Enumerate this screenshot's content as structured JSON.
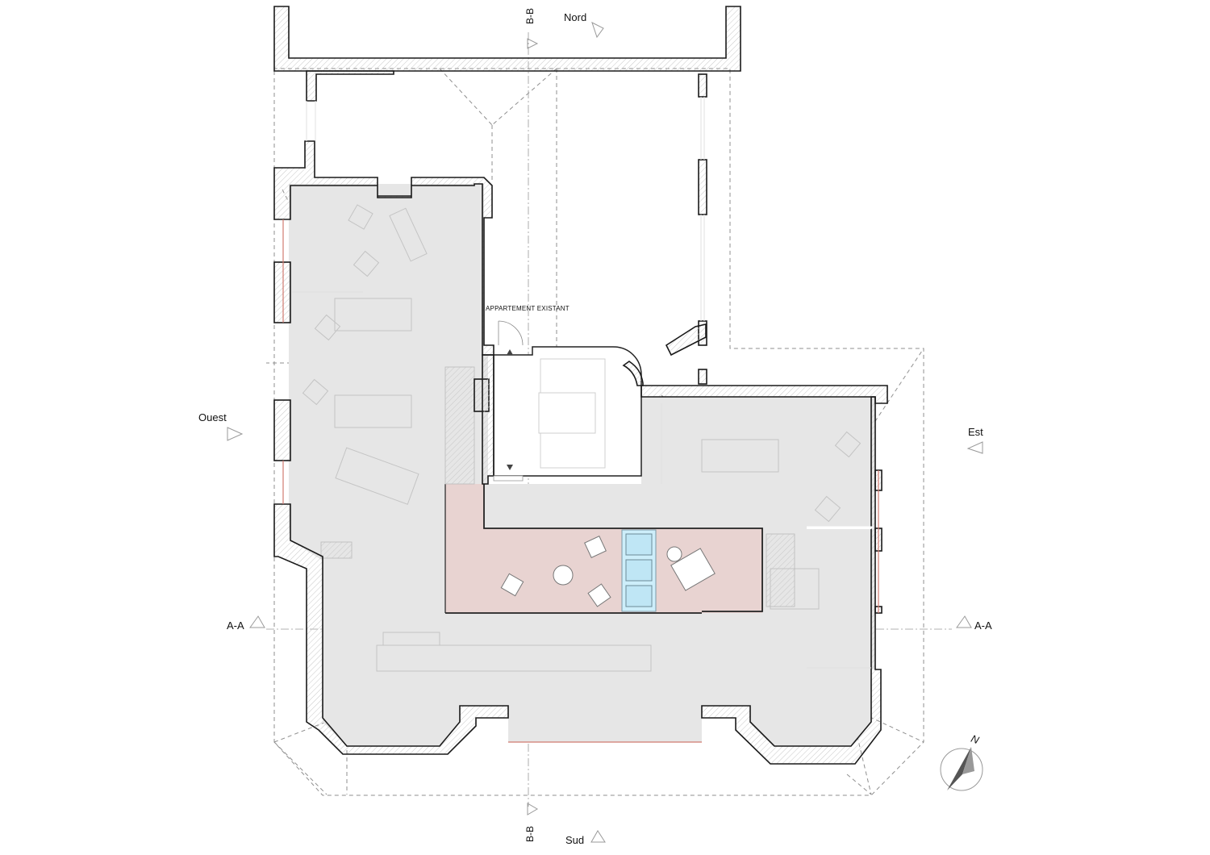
{
  "orientation": {
    "north": "Nord",
    "south": "Sud",
    "east": "Est",
    "west": "Ouest",
    "compass_letter": "N"
  },
  "sections": {
    "aa_left": "A-A",
    "aa_right": "A-A",
    "bb_top": "B-B",
    "bb_bottom": "B-B"
  },
  "annotations": {
    "existing_apartment": "APPARTEMENT EXISTANT"
  },
  "colors": {
    "wall": "#1a1a1a",
    "wall_hatch": "#cfcfcf",
    "floor": "#e6e6e6",
    "highlight_room": "#e8d2d0",
    "skylight": "#bfe6f5",
    "roof_outline": "#8a8a8a"
  }
}
